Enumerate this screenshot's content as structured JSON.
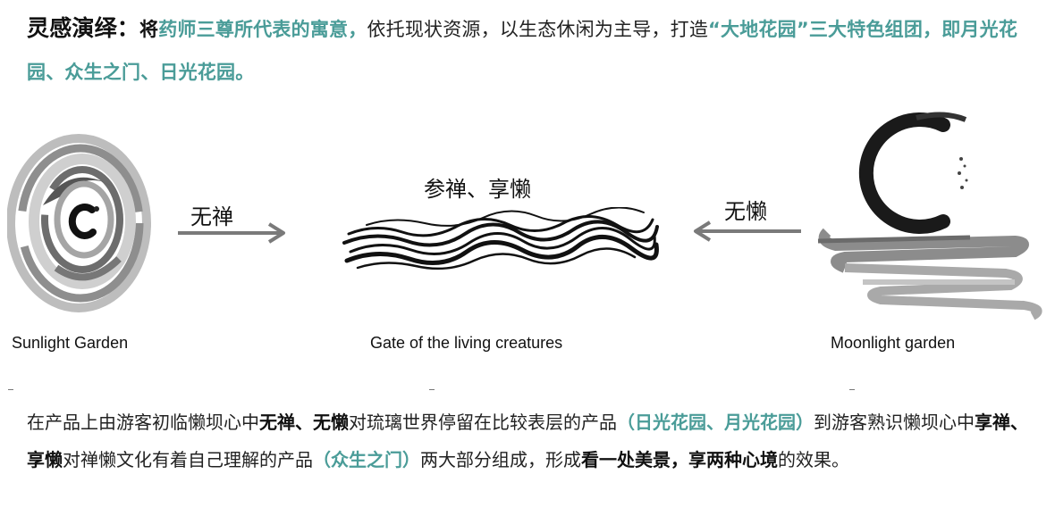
{
  "intro": {
    "label": "灵感演绎：",
    "seg1": "将",
    "seg2": "药师三尊所代表的寓意，",
    "seg3": "依托现状资源，以生态休闲为主导，打造",
    "seg4": "“大地花园”三大特色组团，即月光花园、众生之门、日光花园。"
  },
  "diagram": {
    "left_arrow_label": "无禅",
    "right_arrow_label": "无懒",
    "center_label": "参禅、享懒",
    "captions": {
      "sun": "Sunlight Garden",
      "gate": "Gate of the living creatures",
      "moon": "Moonlight garden"
    }
  },
  "body": {
    "s1": "在产品上由游客初临懒坝心中",
    "s2": "无禅、无懒",
    "s3": "对琉璃世界停留在比较表层的产品",
    "s4": "（日光花园、月光花园）",
    "s5": "到游客熟识懒坝心中",
    "s6": "享禅、享懒",
    "s7": "对禅懒文化有着自己理解的产品",
    "s8": "（众生之门）",
    "s9": "两大部分组成，形成",
    "s10": "看一处美景，享两种心境",
    "s11": "的效果。"
  },
  "colors": {
    "accent": "#4a9c98",
    "text": "#111111",
    "arrow": "#7a7a7a"
  }
}
